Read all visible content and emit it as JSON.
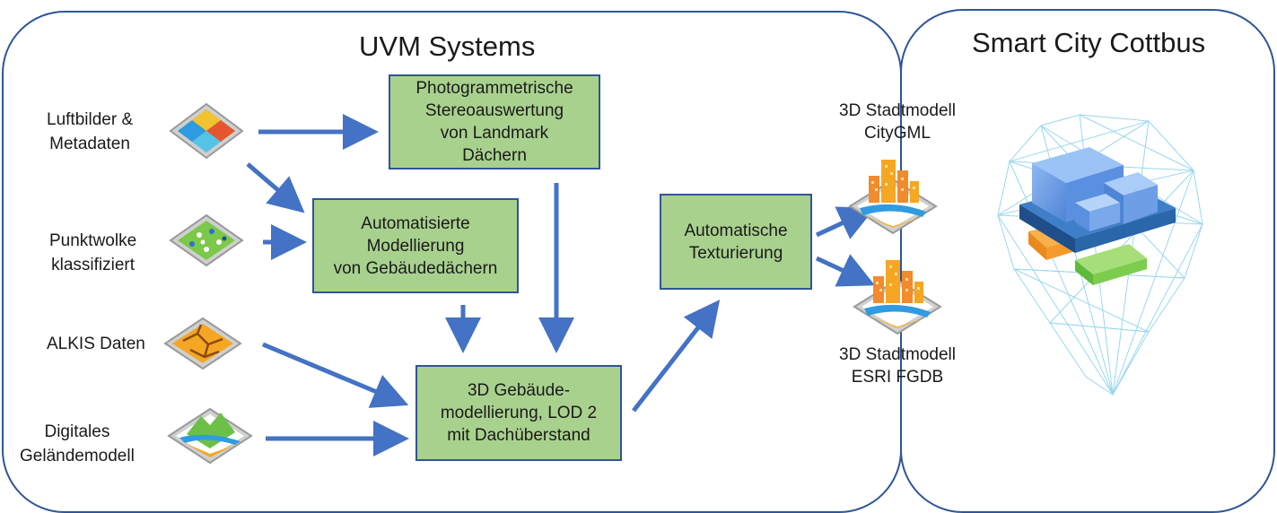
{
  "panels": {
    "uvm_title": "UVM Systems",
    "smart_title": "Smart City Cottbus"
  },
  "inputs": {
    "luftbilder": [
      "Luftbilder &",
      "Metadaten"
    ],
    "punktwolke": [
      "Punktwolke",
      "klassifiziert"
    ],
    "alkis": [
      "ALKIS Daten"
    ],
    "dgm": [
      "Digitales",
      "Geländemodell"
    ]
  },
  "boxes": {
    "photogrammetrie": "Photogrammetrische\nStereoauswertung\nvon Landmark\nDächern",
    "modellierung": "Automatisierte\nModellierung\nvon Gebäudedächern",
    "gebaeude": "3D Gebäude-\nmodellierung, LOD 2\nmit Dachüberstand",
    "texturierung": "Automatische\nTexturierung"
  },
  "outputs": {
    "citygml": "3D Stadtmodell\nCityGML",
    "fgdb": "3D Stadtmodell\nESRI FGDB"
  },
  "colors": {
    "border": "#2f5597",
    "box_fill": "#a9d18e",
    "arrow": "#4472c4"
  },
  "icons": {
    "luftbilder": "aerial-image-icon",
    "punktwolke": "point-cloud-icon",
    "alkis": "cadastre-icon",
    "dgm": "terrain-model-icon",
    "city": "city-model-icon",
    "smart": "smart-city-cube-icon"
  }
}
